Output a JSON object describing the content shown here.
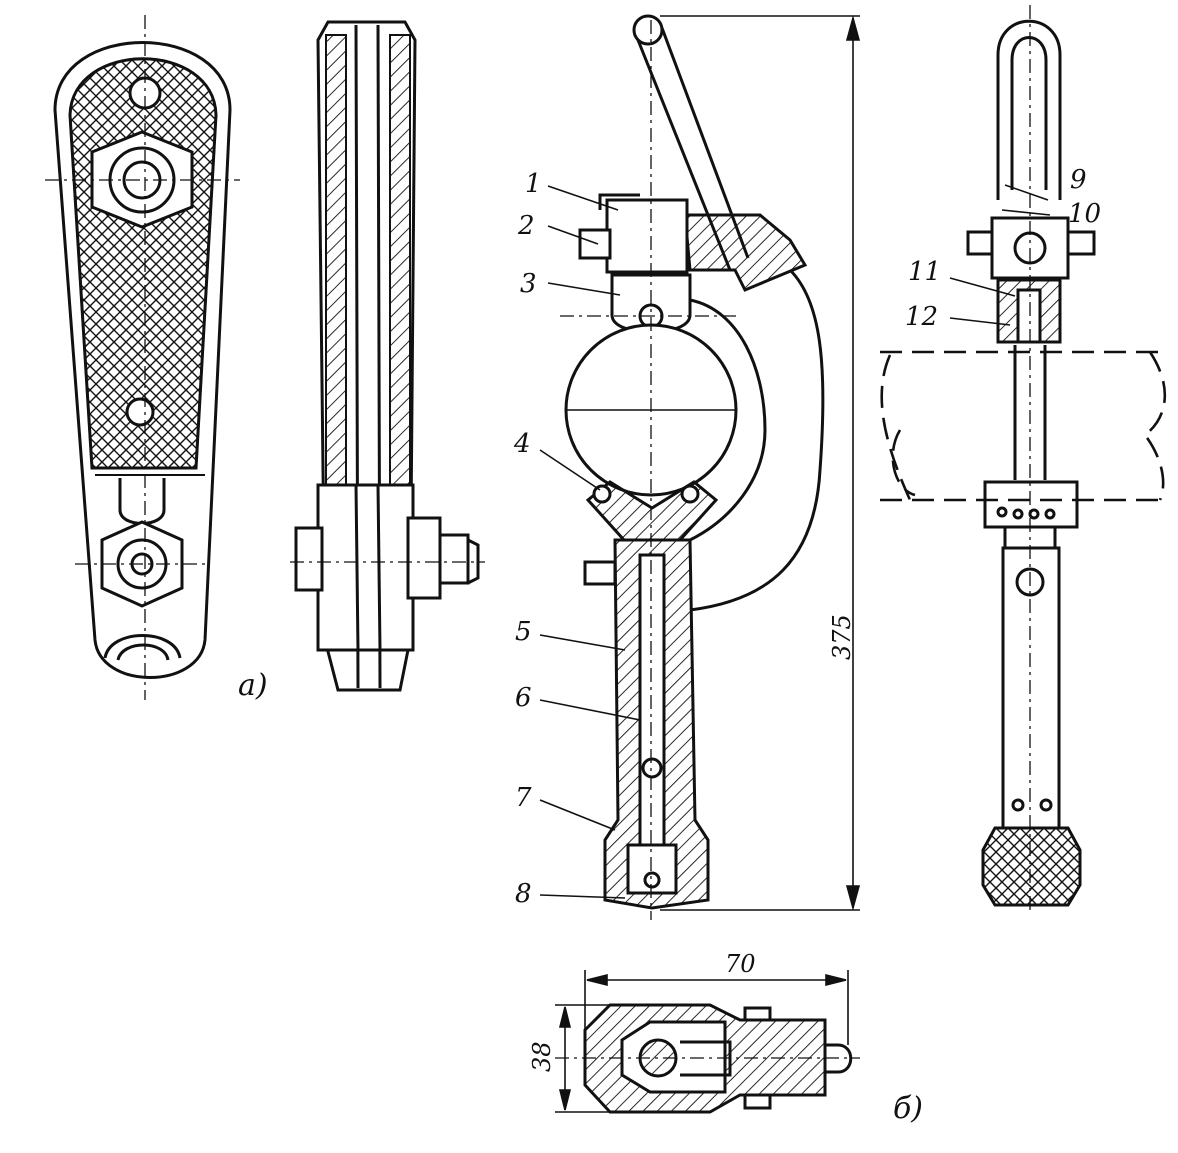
{
  "colors": {
    "ink": "#111111",
    "paper": "#ffffff"
  },
  "callouts": {
    "c1": "1",
    "c2": "2",
    "c3": "3",
    "c4": "4",
    "c5": "5",
    "c6": "6",
    "c7": "7",
    "c8": "8",
    "c9": "9",
    "c10": "10",
    "c11": "11",
    "c12": "12"
  },
  "dimensions": {
    "height": "375",
    "width": "70",
    "depth": "38"
  },
  "captions": {
    "a": "а)",
    "b": "б)"
  }
}
